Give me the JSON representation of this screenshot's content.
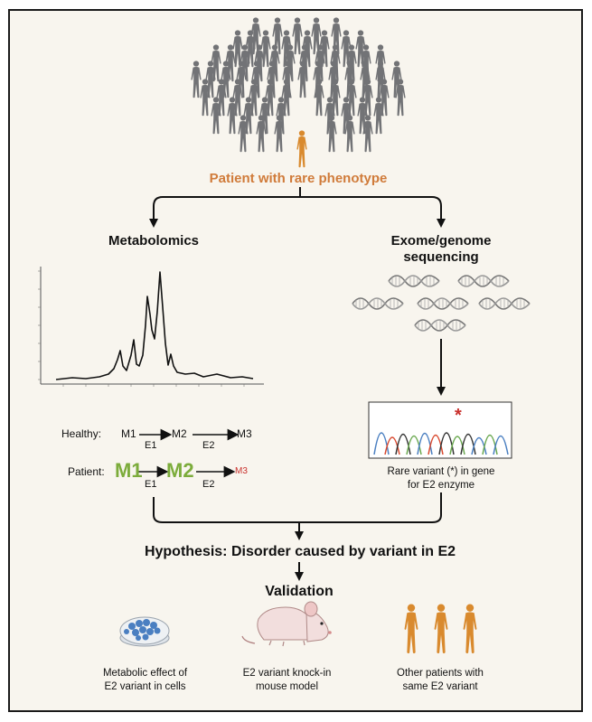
{
  "top": {
    "phenotype_label": "Patient with rare phenotype"
  },
  "left_branch": {
    "title": "Metabolomics",
    "healthy": {
      "label": "Healthy:",
      "m1": "M1",
      "m2": "M2",
      "m3": "M3",
      "e1": "E1",
      "e2": "E2"
    },
    "patient": {
      "label": "Patient:",
      "m1": "M1",
      "m2": "M2",
      "m3": "M3",
      "e1": "E1",
      "e2": "E2"
    }
  },
  "right_branch": {
    "title_line1": "Exome/genome",
    "title_line2": "sequencing",
    "variant_mark": "*",
    "caption_line1": "Rare variant (*) in gene",
    "caption_line2": "for E2 enzyme"
  },
  "hypothesis": "Hypothesis: Disorder caused by variant in E2",
  "validation": {
    "title": "Validation",
    "items": [
      {
        "line1": "Metabolic effect of",
        "line2": "E2 variant in cells"
      },
      {
        "line1": "E2 variant knock-in",
        "line2": "mouse model"
      },
      {
        "line1": "Other patients with",
        "line2": "same E2 variant"
      }
    ]
  },
  "colors": {
    "crowd": "#727376",
    "patient": "#d98a2e",
    "green_metabolite": "#7cac3b",
    "red_metabolite": "#c9302c",
    "petri_cells": "#4a7fc1",
    "mouse": "#f2dedd",
    "chromatogram": [
      "#4a7fc1",
      "#d9492f",
      "#333333",
      "#6aa84f"
    ]
  }
}
